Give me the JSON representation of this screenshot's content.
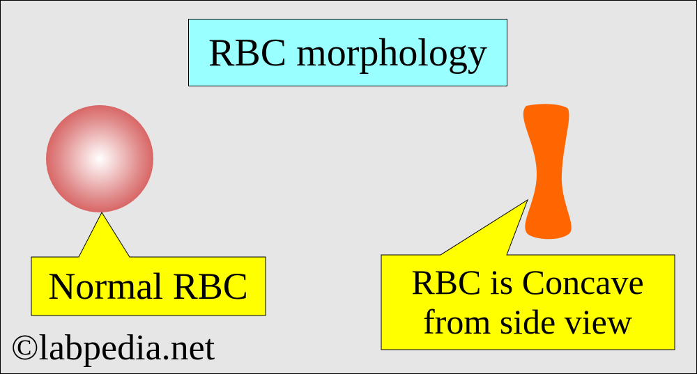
{
  "title": "RBC morphology",
  "callouts": {
    "normal": "Normal RBC",
    "concave": "RBC is Concave\n from side view"
  },
  "copyright": "©labpedia.net",
  "colors": {
    "background": "#e6e6e6",
    "title_fill": "#99ffff",
    "callout_fill": "#ffff00",
    "rbc_edge": "#d96666",
    "rbc_center": "#ffffff",
    "side_view_rbc": "#ff6600"
  }
}
